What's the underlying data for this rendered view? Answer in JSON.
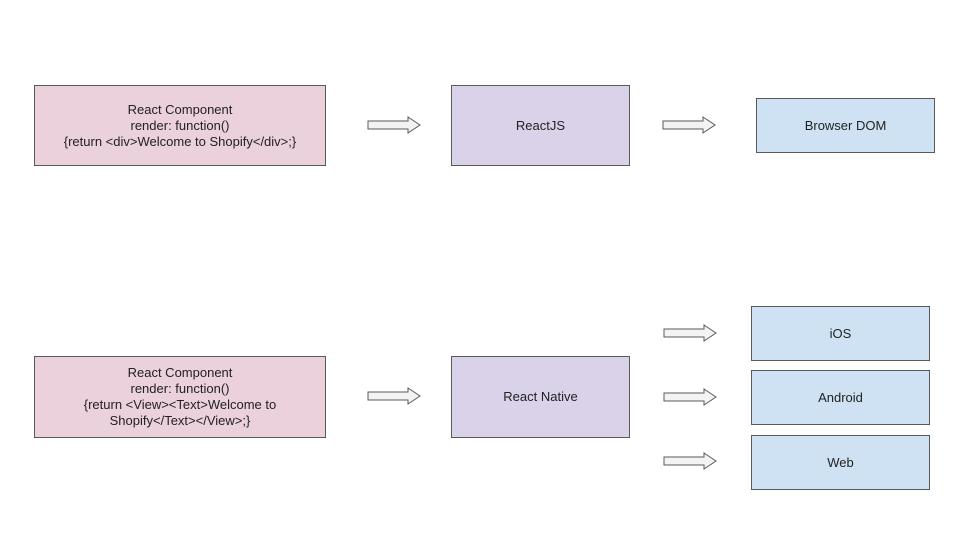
{
  "colors": {
    "component_fill": "#ead1dc",
    "engine_fill": "#d9d2e9",
    "target_fill": "#cfe2f3",
    "border": "#595959",
    "arrow_fill": "#f3f3f3"
  },
  "row1": {
    "component": {
      "line1": "React Component",
      "line2": "render: function()",
      "line3": "{return <div>Welcome to Shopify</div>;}"
    },
    "engine": "ReactJS",
    "target": "Browser DOM"
  },
  "row2": {
    "component": {
      "line1": "React Component",
      "line2": "render: function()",
      "line3": "{return <View><Text>Welcome to",
      "line4": "Shopify</Text></View>;}"
    },
    "engine": "React Native",
    "targets": [
      "iOS",
      "Android",
      "Web"
    ]
  },
  "icons": {
    "arrow": "right-block-arrow-icon"
  }
}
